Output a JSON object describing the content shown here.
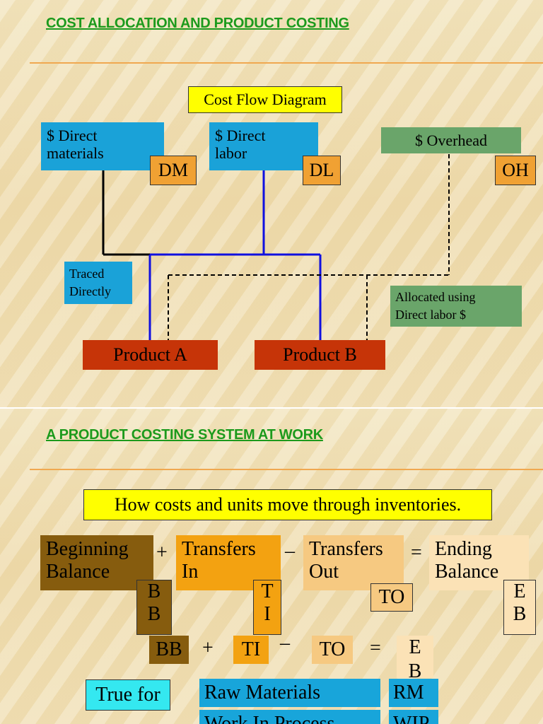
{
  "slide1": {
    "heading": "COST ALLOCATION AND PRODUCT COSTING",
    "diagram_title": "Cost Flow Diagram",
    "direct_materials": {
      "line1": "$ Direct",
      "line2": "materials",
      "abbr": "DM"
    },
    "direct_labor": {
      "line1": "$ Direct",
      "line2": "labor",
      "abbr": "DL"
    },
    "overhead": {
      "label": "$ Overhead",
      "abbr": "OH"
    },
    "traced_note": {
      "line1": "Traced",
      "line2": "Directly"
    },
    "allocated_note": {
      "line1": "Allocated using",
      "line2": "Direct labor $"
    },
    "product_a": "Product A",
    "product_b": "Product B",
    "colors": {
      "heading": "#1c9a1c",
      "blue": "#1aa2d8",
      "gold": "#f0a133",
      "green": "#6aa56a",
      "red": "#c63408",
      "yellow": "#ffff00"
    }
  },
  "slide2": {
    "heading": "A PRODUCT COSTING SYSTEM AT WORK",
    "banner": "How costs and units move through inventories.",
    "beginning": {
      "line1": "Beginning",
      "line2": "Balance",
      "abbr1": "B",
      "abbr2": "B"
    },
    "transfers_in": {
      "line1": "Transfers",
      "line2": "In",
      "abbr1": "T",
      "abbr2": "I"
    },
    "transfers_out": {
      "line1": "Transfers",
      "line2": "Out",
      "abbr": "TO"
    },
    "ending": {
      "line1": "Ending",
      "line2": "Balance",
      "abbr1": "E",
      "abbr2": "B"
    },
    "operators": {
      "plus": "+",
      "minus": "–",
      "equals": "="
    },
    "formula": {
      "bb": "BB",
      "plus": "+",
      "ti": "TI",
      "minus": "–",
      "to": "TO",
      "equals": "=",
      "eb1": "E",
      "eb2": "B"
    },
    "true_for": "True for",
    "rows": [
      {
        "name": "Raw Materials",
        "abbr": "RM"
      },
      {
        "name": "Work In Process",
        "abbr": "WIP"
      }
    ],
    "colors": {
      "dark": "#865c0e",
      "orange": "#f3a211",
      "light": "#f6c981",
      "pale": "#fbe2b6",
      "cyan": "#18a5da",
      "aqua": "#34e8f0"
    }
  }
}
